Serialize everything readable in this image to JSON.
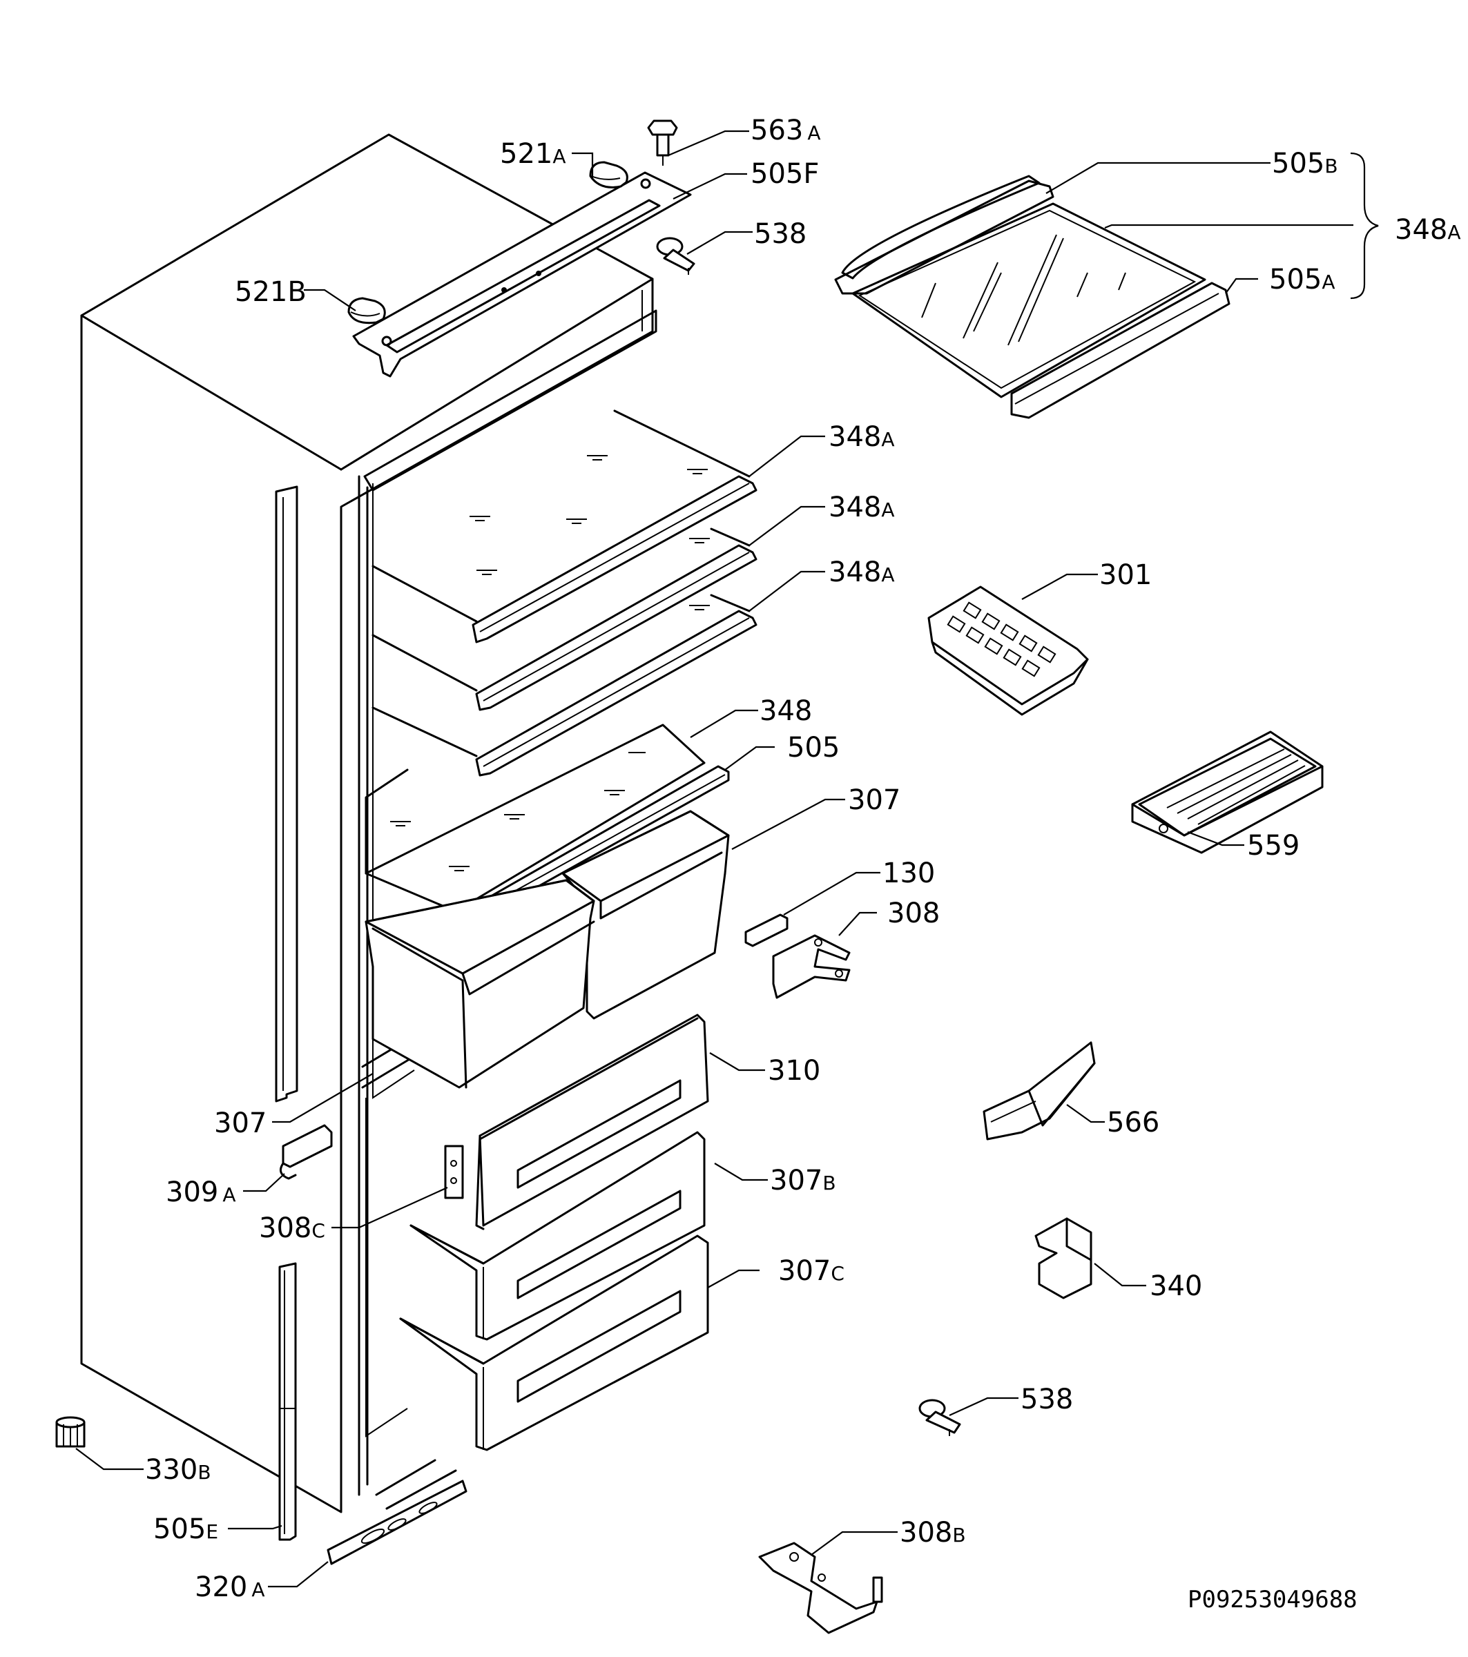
{
  "document_id": "P09253049688",
  "labels": {
    "l563A": {
      "main": "563",
      "sub": "A"
    },
    "l521A": {
      "main": "521",
      "sub": "A"
    },
    "l505F": {
      "main": "505F",
      "sub": ""
    },
    "l538top": {
      "main": "538",
      "sub": ""
    },
    "l521B": {
      "main": "521B",
      "sub": ""
    },
    "l505B": {
      "main": "505",
      "sub": "B"
    },
    "l348Agroup": {
      "main": "348",
      "sub": "A"
    },
    "l505A": {
      "main": "505",
      "sub": "A"
    },
    "l348A1": {
      "main": "348",
      "sub": "A"
    },
    "l348A2": {
      "main": "348",
      "sub": "A"
    },
    "l348A3": {
      "main": "348",
      "sub": "A"
    },
    "l301": {
      "main": "301",
      "sub": ""
    },
    "l348": {
      "main": "348",
      "sub": ""
    },
    "l505": {
      "main": "505",
      "sub": ""
    },
    "l307": {
      "main": "307",
      "sub": ""
    },
    "l559": {
      "main": "559",
      "sub": ""
    },
    "l130": {
      "main": "130",
      "sub": ""
    },
    "l308": {
      "main": "308",
      "sub": ""
    },
    "l310": {
      "main": "310",
      "sub": ""
    },
    "l566": {
      "main": "566",
      "sub": ""
    },
    "l307left": {
      "main": "307",
      "sub": ""
    },
    "l309A": {
      "main": "309",
      "sub": "A"
    },
    "l307B": {
      "main": "307",
      "sub": "B"
    },
    "l308C": {
      "main": "308",
      "sub": "C"
    },
    "l340": {
      "main": "340",
      "sub": ""
    },
    "l307C": {
      "main": "307",
      "sub": "C"
    },
    "l538bottom": {
      "main": "538",
      "sub": ""
    },
    "l330B": {
      "main": "330",
      "sub": "B"
    },
    "l505E": {
      "main": "505",
      "sub": "E"
    },
    "l320A": {
      "main": "320",
      "sub": "A"
    },
    "l308B": {
      "main": "308",
      "sub": "B"
    }
  }
}
